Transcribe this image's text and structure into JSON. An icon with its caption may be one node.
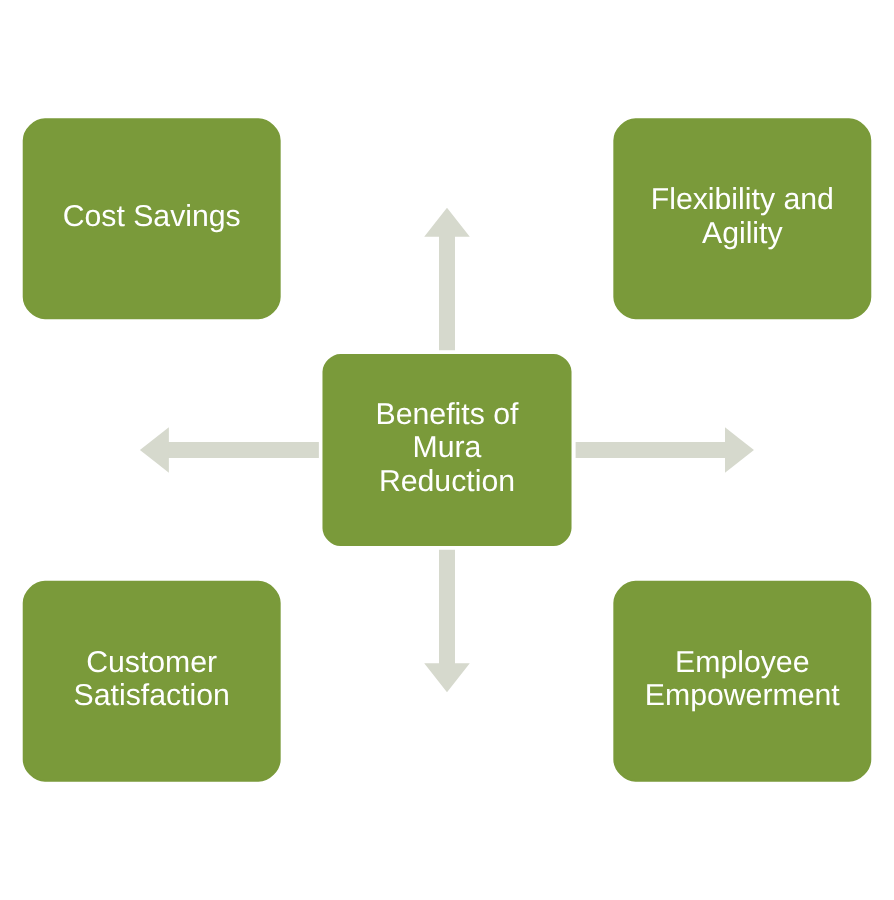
{
  "diagram": {
    "nodes": [
      {
        "text": [
          "Cost Savings"
        ]
      },
      {
        "text": [
          "Flexibility and Agility"
        ]
      },
      {
        "text": [
          "Benefits of Mura Reduction"
        ]
      },
      {
        "text": [
          "Customer Satisfaction"
        ]
      },
      {
        "text": [
          "Employee Empowerment"
        ]
      }
    ],
    "edges": [
      {
        "from": 2,
        "to": null,
        "arrow": "to"
      },
      {
        "from": 2,
        "to": null,
        "arrow": "to"
      },
      {
        "from": 2,
        "to": null,
        "arrow": "to"
      },
      {
        "from": 2,
        "to": null,
        "arrow": "to"
      }
    ]
  }
}
